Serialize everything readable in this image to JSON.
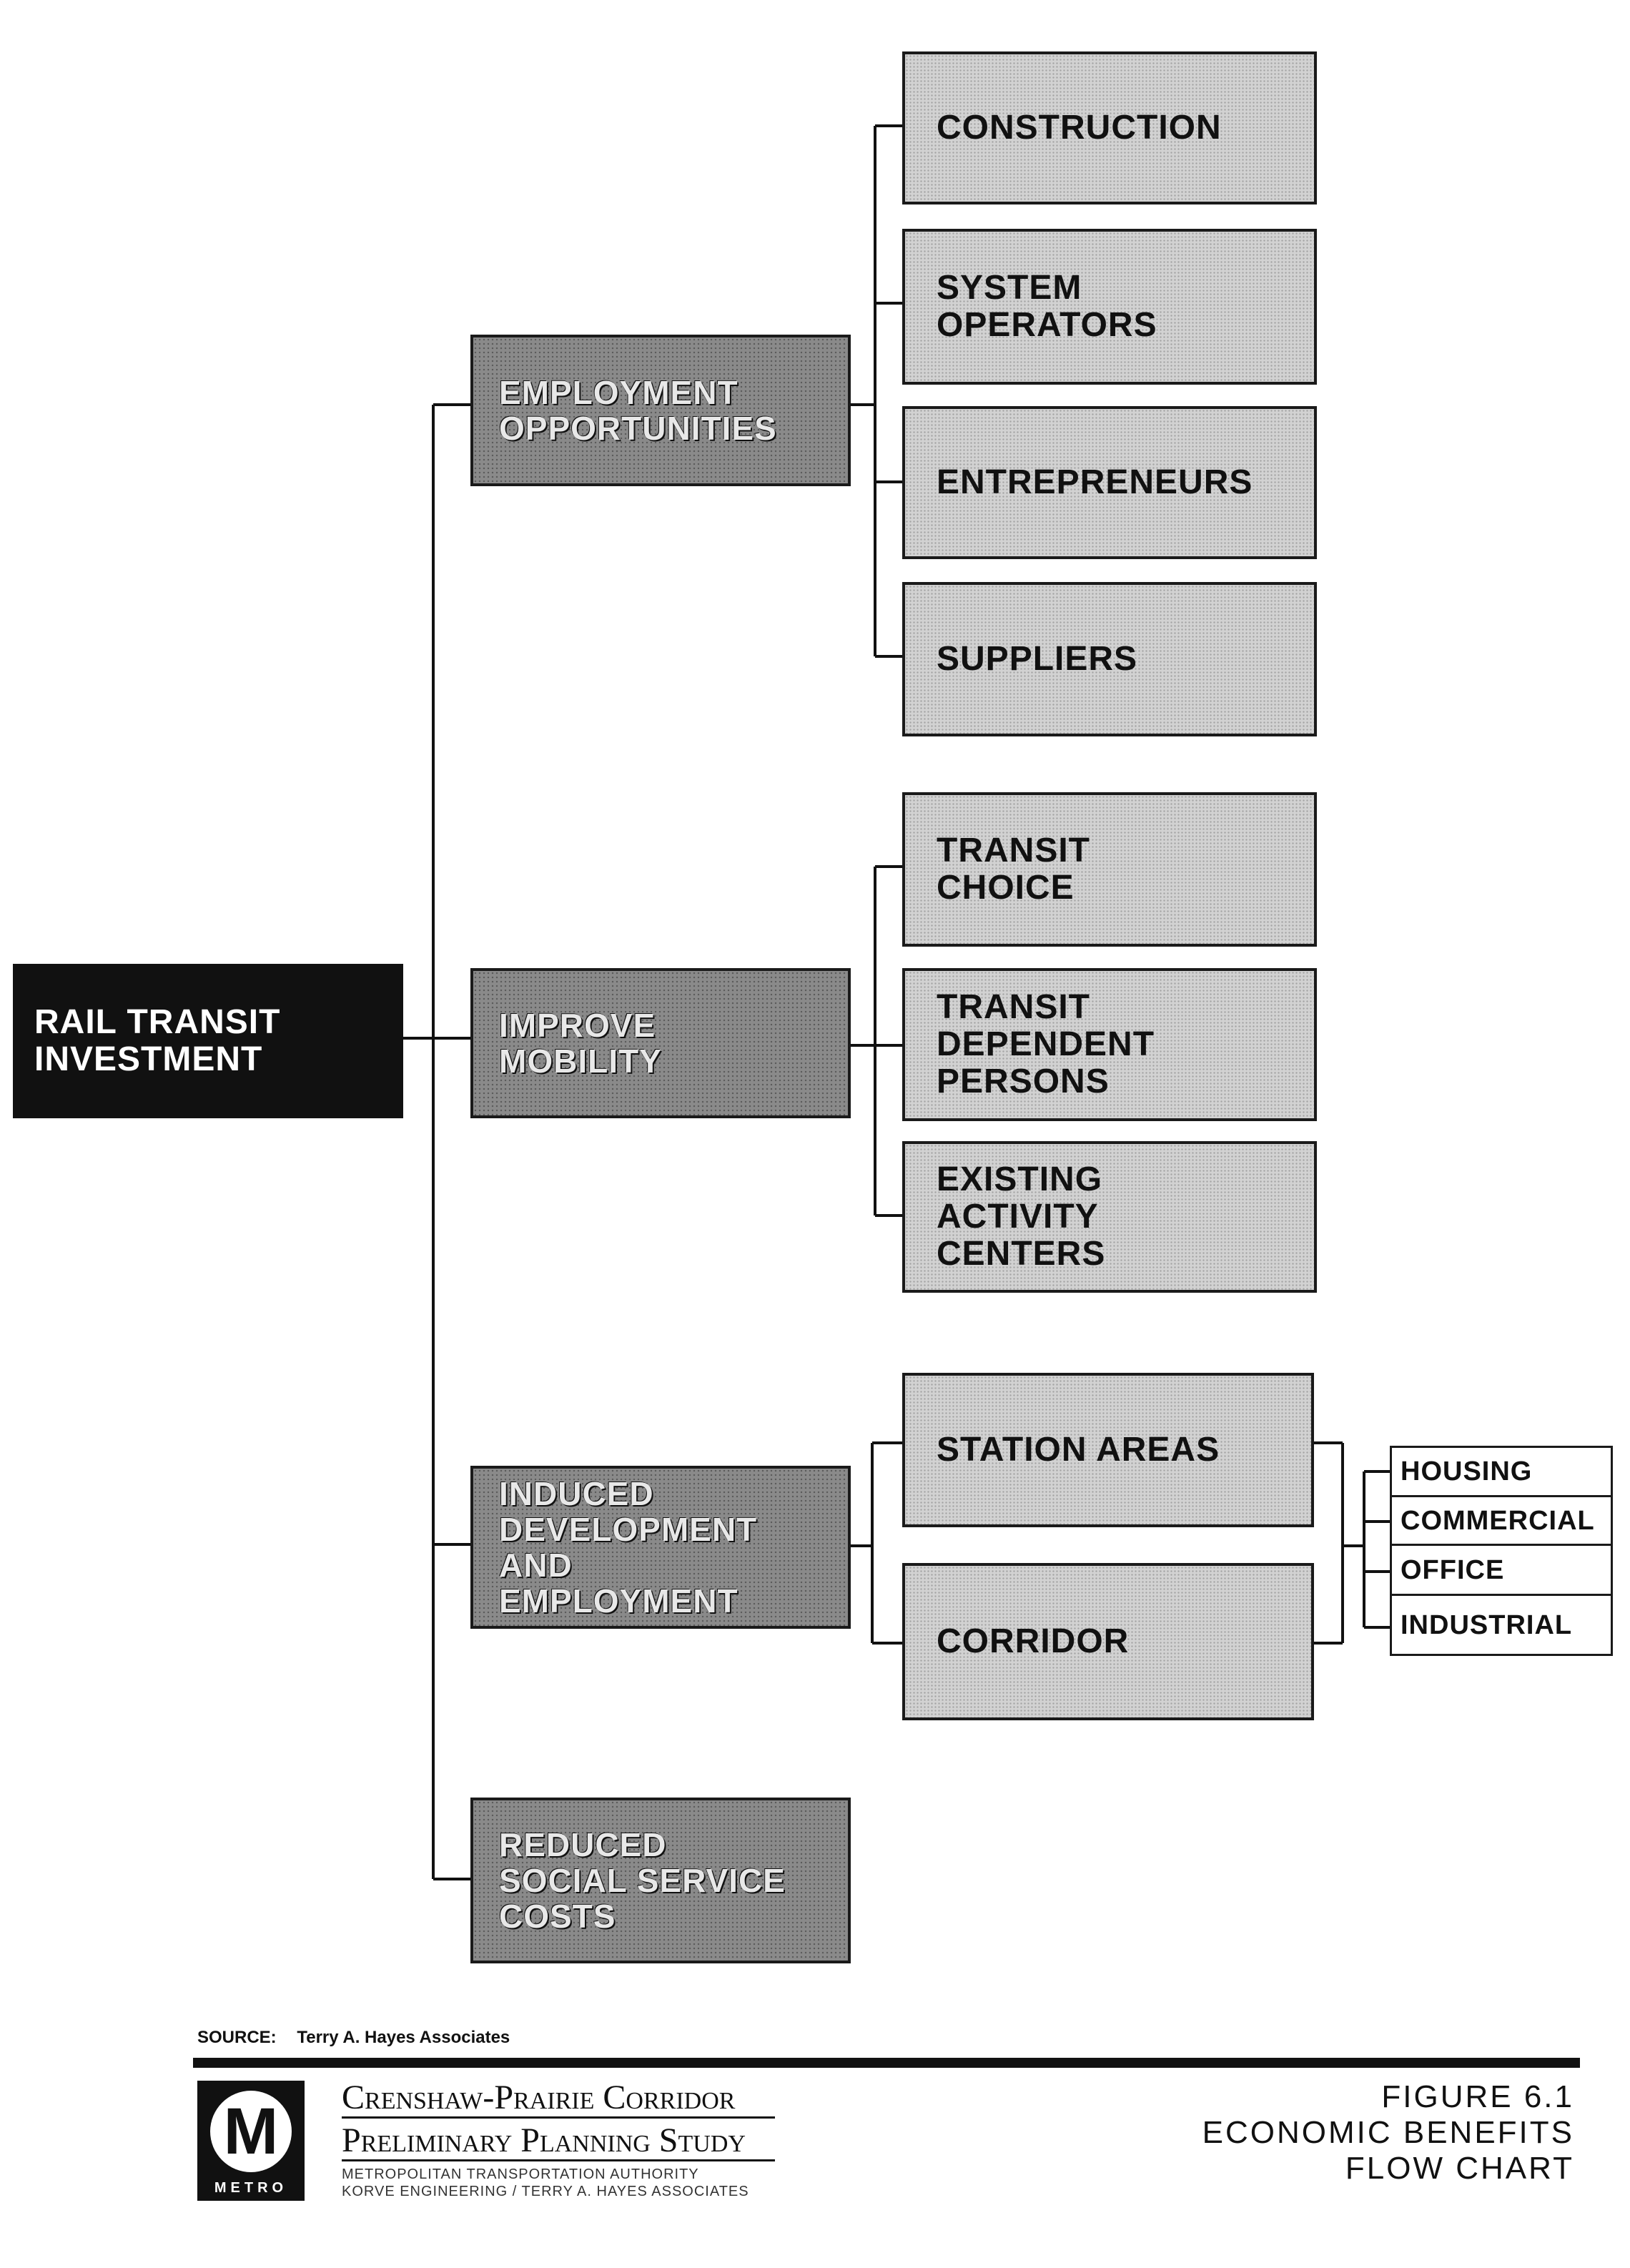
{
  "root": "RAIL TRANSIT\nINVESTMENT",
  "categories": [
    "EMPLOYMENT\nOPPORTUNITIES",
    "IMPROVE\nMOBILITY",
    "INDUCED\nDEVELOPMENT\nAND\nEMPLOYMENT",
    "REDUCED\nSOCIAL SERVICE\nCOSTS"
  ],
  "employment_items": [
    "CONSTRUCTION",
    "SYSTEM\nOPERATORS",
    "ENTREPRENEURS",
    "SUPPLIERS"
  ],
  "mobility_items": [
    "TRANSIT\nCHOICE",
    "TRANSIT\nDEPENDENT\nPERSONS",
    "EXISTING\nACTIVITY\nCENTERS"
  ],
  "development_items": [
    "STATION AREAS",
    "CORRIDOR"
  ],
  "land_uses": [
    "HOUSING",
    "COMMERCIAL",
    "OFFICE",
    "INDUSTRIAL"
  ],
  "footer": {
    "source_label": "SOURCE:",
    "source_value": "Terry A. Hayes Associates",
    "study_line1": "Crenshaw-Prairie Corridor",
    "study_line2": "Preliminary Planning Study",
    "agency_line1": "METROPOLITAN TRANSPORTATION AUTHORITY",
    "agency_line2": "KORVE ENGINEERING / TERRY A. HAYES ASSOCIATES",
    "logo_letter": "M",
    "logo_word": "METRO",
    "figure_number": "FIGURE 6.1",
    "figure_title_line1": "ECONOMIC BENEFITS",
    "figure_title_line2": "FLOW CHART"
  }
}
